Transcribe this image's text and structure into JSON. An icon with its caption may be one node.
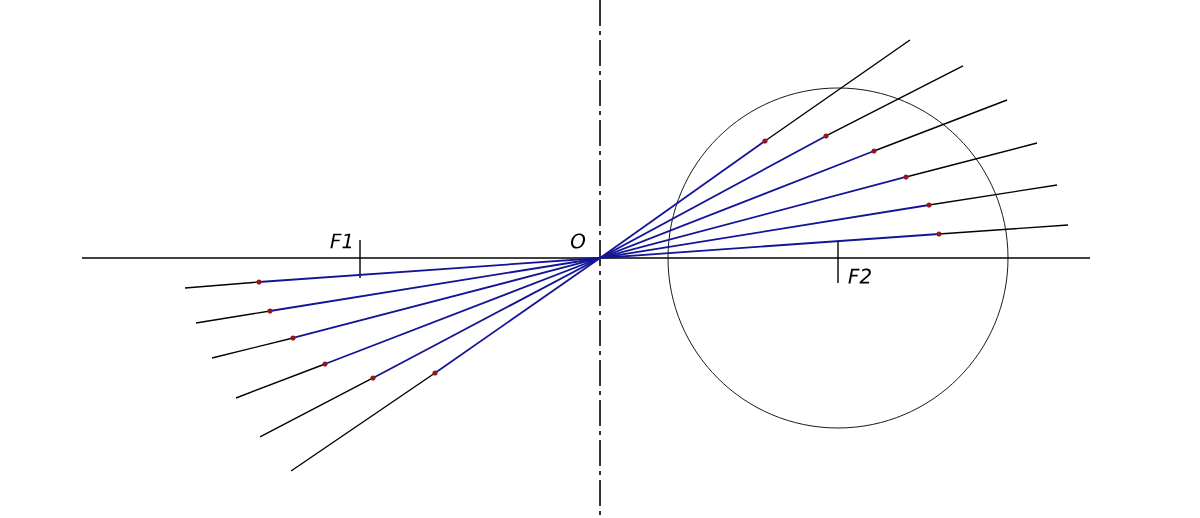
{
  "diagram": {
    "labels": [
      "F1",
      "O",
      "F2"
    ]
  }
}
